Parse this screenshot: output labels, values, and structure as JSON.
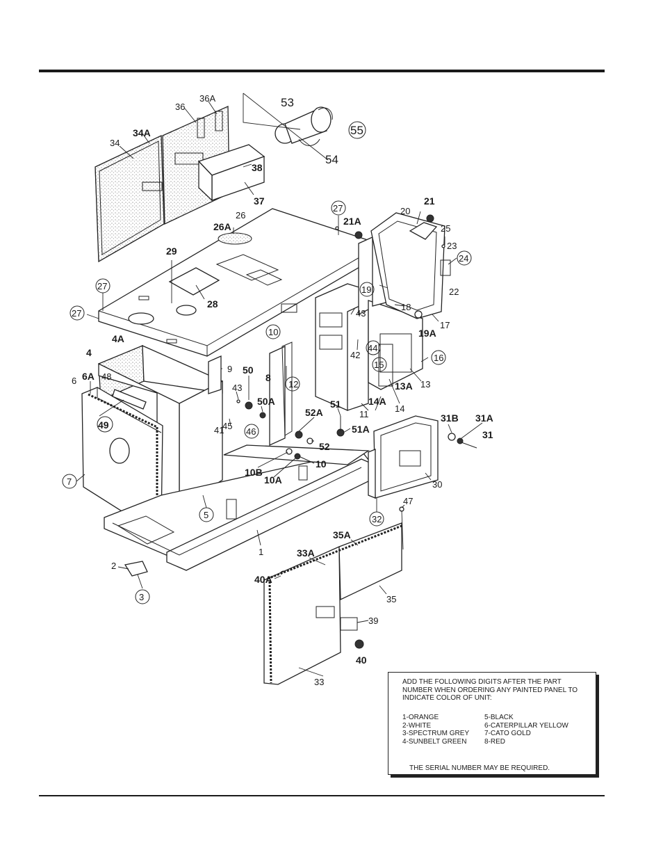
{
  "callouts": {
    "c53": "53",
    "c55": "55",
    "c54": "54",
    "c36": "36",
    "c36A": "36A",
    "c34A": "34A",
    "c34": "34",
    "c38": "38",
    "c37": "37",
    "c26": "26",
    "c26A": "26A",
    "c29": "29",
    "c28": "28",
    "c27a": "27",
    "c27b": "27",
    "c27c": "27",
    "c21A": "21A",
    "c21": "21",
    "c20": "20",
    "c25": "25",
    "c23": "23",
    "c24": "24",
    "c22": "22",
    "c19": "19",
    "c18": "18",
    "c17": "17",
    "c19A": "19A",
    "c43a": "43",
    "c10": "10",
    "c9": "9",
    "c12": "12",
    "c8": "8",
    "c42": "42",
    "c44": "44",
    "c15": "15",
    "c16": "16",
    "c13A": "13A",
    "c13": "13",
    "c14A": "14A",
    "c14": "14",
    "c11": "11",
    "c4": "4",
    "c4A": "4A",
    "c48": "48",
    "c6A": "6A",
    "c6": "6",
    "c49": "49",
    "c50": "50",
    "c50A": "50A",
    "c43b": "43",
    "c41": "41",
    "c45": "45",
    "c46": "46",
    "c52A": "52A",
    "c52": "52",
    "c51": "51",
    "c51A": "51A",
    "c10B": "10B",
    "c10A": "10A",
    "c10b": "10",
    "c7": "7",
    "c5": "5",
    "c1": "1",
    "c31B": "31B",
    "c31A": "31A",
    "c31": "31",
    "c30": "30",
    "c32": "32",
    "c47": "47",
    "c35A": "35A",
    "c33A": "33A",
    "c40A": "40A",
    "c35": "35",
    "c39": "39",
    "c40": "40",
    "c33": "33",
    "c2": "2",
    "c3": "3"
  },
  "color_note": {
    "instruction_lines": [
      "ADD THE FOLLOWING DIGITS AFTER THE PART",
      "NUMBER WHEN ORDERING ANY PAINTED PANEL TO",
      "INDICATE COLOR OF UNIT:"
    ],
    "colors_left": [
      "1-ORANGE",
      "2-WHITE",
      "3-SPECTRUM GREY",
      "4-SUNBELT GREEN"
    ],
    "colors_right": [
      "5-BLACK",
      "6-CATERPILLAR YELLOW",
      "7-CATO GOLD",
      "8-RED"
    ],
    "serial_note": "THE SERIAL NUMBER MAY BE REQUIRED."
  }
}
